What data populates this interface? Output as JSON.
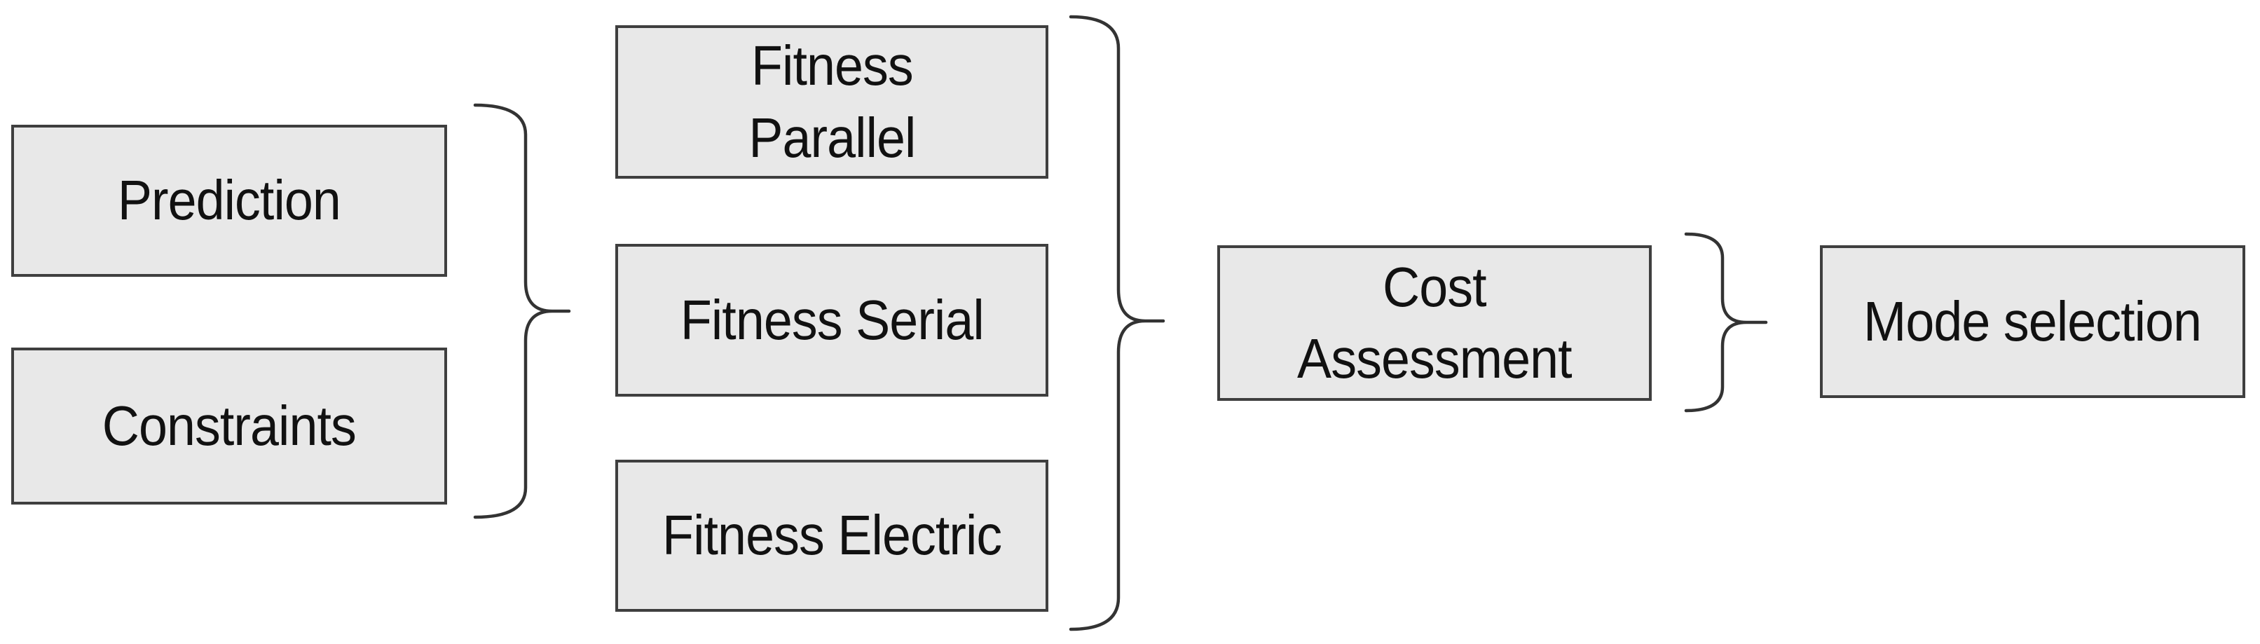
{
  "diagram": {
    "colors": {
      "background": "#ffffff",
      "box_fill": "#e8e8e8",
      "box_border": "#3f3f3f",
      "text": "#111111",
      "brace": "#333333"
    },
    "nodes": [
      {
        "id": "prediction",
        "label": "Prediction"
      },
      {
        "id": "constraints",
        "label": "Constraints"
      },
      {
        "id": "fitness-parallel",
        "label": "Fitness\nParallel"
      },
      {
        "id": "fitness-serial",
        "label": "Fitness Serial"
      },
      {
        "id": "fitness-electric",
        "label": "Fitness Electric"
      },
      {
        "id": "cost-assessment",
        "label": "Cost\nAssessment"
      },
      {
        "id": "mode-selection",
        "label": "Mode selection"
      }
    ],
    "braces": [
      {
        "id": "brace-inputs-to-fitness",
        "glyph": "}",
        "spans": [
          "Prediction",
          "Constraints"
        ]
      },
      {
        "id": "brace-fitness-to-cost",
        "glyph": "}",
        "spans": [
          "Fitness Parallel",
          "Fitness Serial",
          "Fitness Electric"
        ]
      },
      {
        "id": "brace-cost-to-mode",
        "glyph": "}",
        "spans": [
          "Cost Assessment"
        ]
      }
    ]
  }
}
